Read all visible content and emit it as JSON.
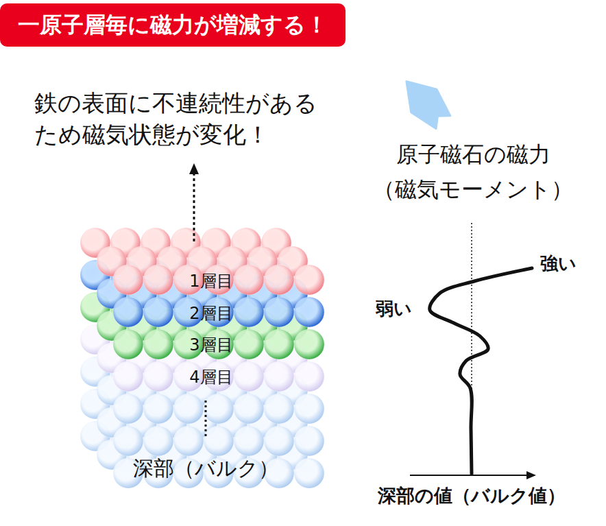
{
  "diagram": {
    "nodes": [
      {
        "text": [
          "一原子層毎に磁力が増減する！"
        ]
      }
    ],
    "labels": [
      "鉄の表面に不連続性がある ため磁気状態が変化！",
      "1層目",
      "2層目",
      "3層目",
      "4層目",
      "深部（バルク）",
      "原子磁石の磁力 （磁気モーメント）",
      "強い",
      "弱い",
      "深部の値（バルク値）"
    ]
  }
}
